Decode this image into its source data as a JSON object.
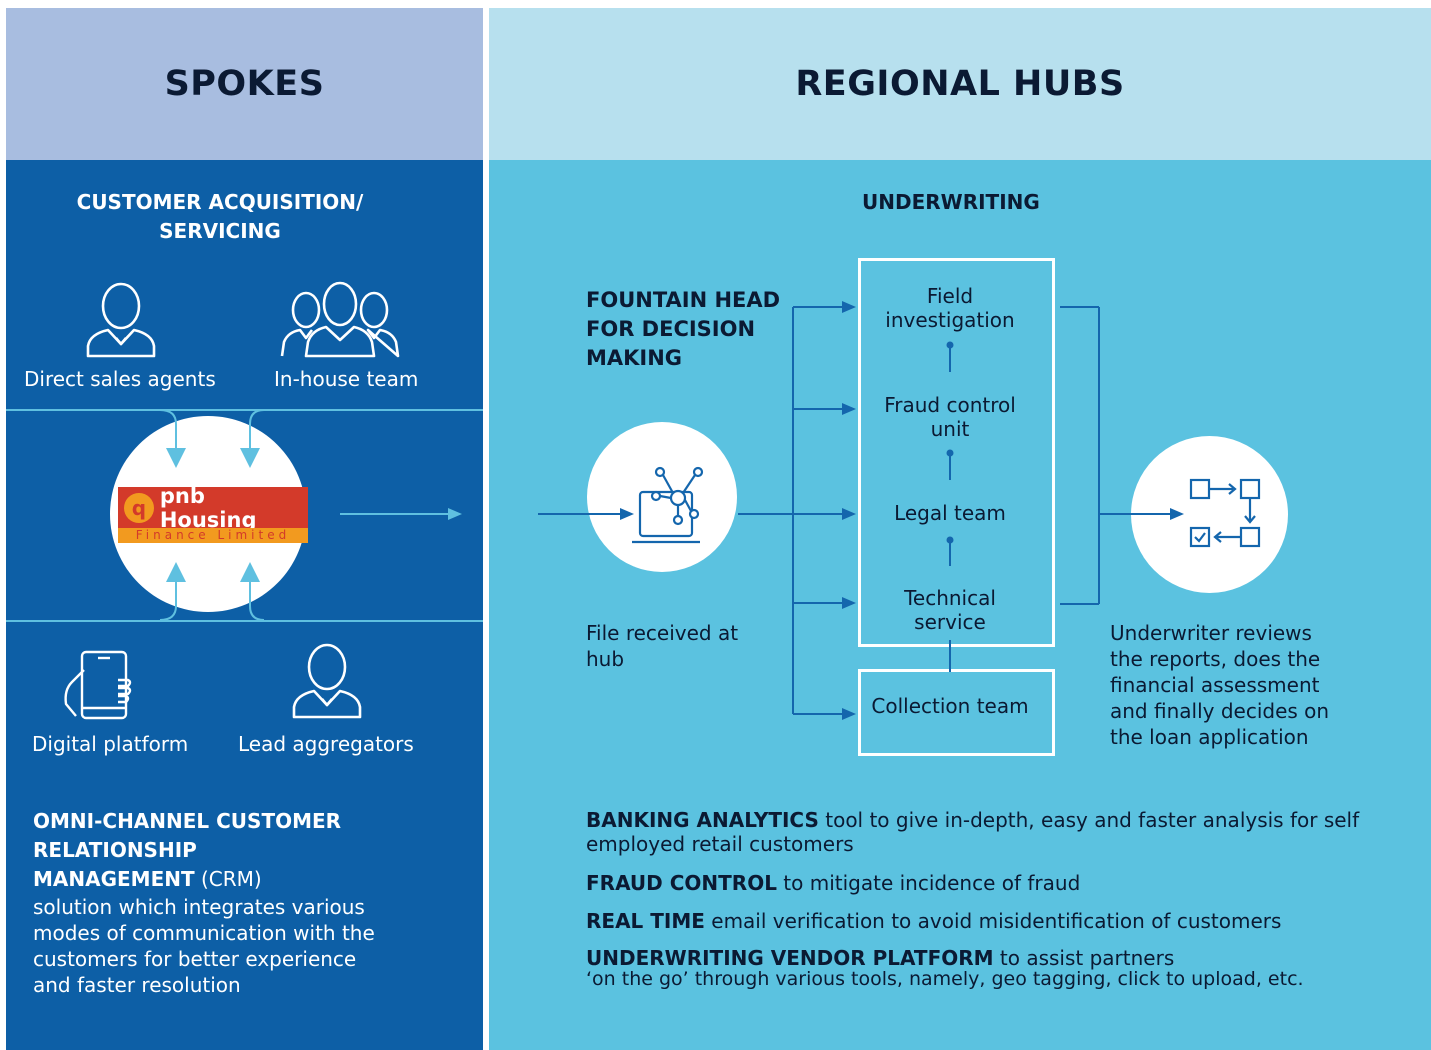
{
  "headers": {
    "left": "SPOKES",
    "right": "REGIONAL HUBS"
  },
  "spokes": {
    "section_title": "CUSTOMER ACQUISITION/ SERVICING",
    "channels": {
      "direct_sales": "Direct sales agents",
      "inhouse": "In-house team",
      "digital": "Digital platform",
      "lead": "Lead aggregators"
    },
    "logo": {
      "brand": "pnb Housing",
      "sub": "Finance Limited"
    },
    "crm": {
      "heading": "OMNI-CHANNEL CUSTOMER RELATIONSHIP MANAGEMENT",
      "suffix": "(CRM)",
      "body": "solution which integrates various modes of communication with the customers for better experience and faster resolution"
    }
  },
  "hubs": {
    "section_title": "UNDERWRITING",
    "fountain": "FOUNTAIN HEAD FOR DECISION MAKING",
    "file_caption": "File received at hub",
    "steps": {
      "field": "Field investigation",
      "fraud": "Fraud control unit",
      "legal": "Legal team",
      "technical": "Technical service",
      "collection": "Collection team"
    },
    "underwriter_caption": "Underwriter reviews the reports, does the financial assessment and finally decides on the loan application",
    "features": [
      {
        "bold": "BANKING ANALYTICS",
        "text": "tool to give in-depth, easy and faster analysis for self employed retail customers"
      },
      {
        "bold": "FRAUD CONTROL",
        "text": "to mitigate incidence of fraud"
      },
      {
        "bold": "REAL TIME",
        "text": "email verification to avoid misidentification of customers"
      },
      {
        "bold": "UNDERWRITING VENDOR PLATFORM",
        "text": "to assist partners",
        "text2": "‘on the go’ through various tools, namely, geo tagging, click to upload, etc."
      }
    ]
  },
  "colors": {
    "spokes_header": "#a8bde0",
    "hubs_header": "#b7e0ee",
    "spokes_panel": "#0d5fa6",
    "hubs_panel": "#5bc2e0",
    "arrow_dark": "#1466ad",
    "logo_red": "#d33a2a",
    "logo_orange": "#f29a1f"
  }
}
